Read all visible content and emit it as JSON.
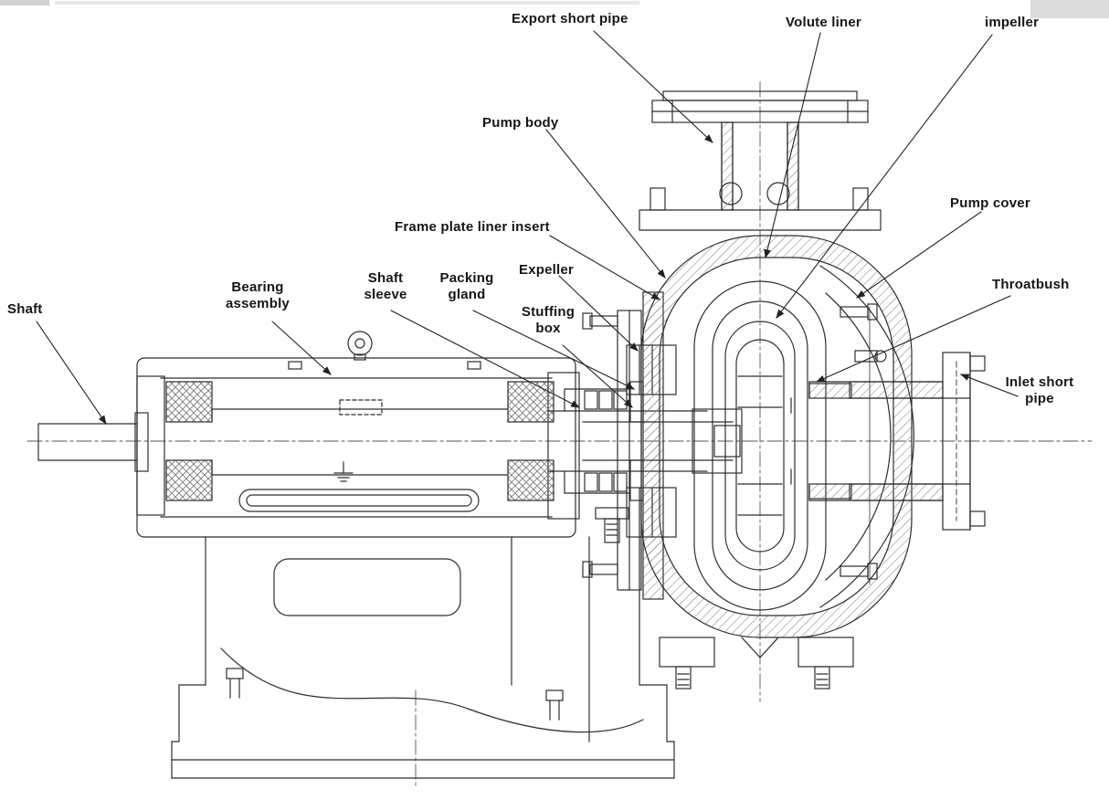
{
  "labels": [
    {
      "id": "shaft",
      "text": "Shaft"
    },
    {
      "id": "bearing-assembly",
      "text": "Bearing assembly"
    },
    {
      "id": "shaft-sleeve",
      "text": "Shaft sleeve"
    },
    {
      "id": "packing-gland",
      "text": "Packing gland"
    },
    {
      "id": "stuffing-box",
      "text": "Stuffing box"
    },
    {
      "id": "frame-plate-liner-insert",
      "text": "Frame plate liner insert"
    },
    {
      "id": "expeller",
      "text": "Expeller"
    },
    {
      "id": "pump-body",
      "text": "Pump body"
    },
    {
      "id": "export-short-pipe",
      "text": "Export short pipe"
    },
    {
      "id": "volute-liner",
      "text": "Volute liner"
    },
    {
      "id": "impeller",
      "text": "impeller"
    },
    {
      "id": "pump-cover",
      "text": "Pump cover"
    },
    {
      "id": "throatbush",
      "text": "Throatbush"
    },
    {
      "id": "inlet-short-pipe",
      "text": "Inlet short pipe"
    }
  ],
  "colors": {
    "background": "#ffffff",
    "line": "#2e2e2e",
    "label": "#161616",
    "hatch": "#7a7a7a"
  }
}
